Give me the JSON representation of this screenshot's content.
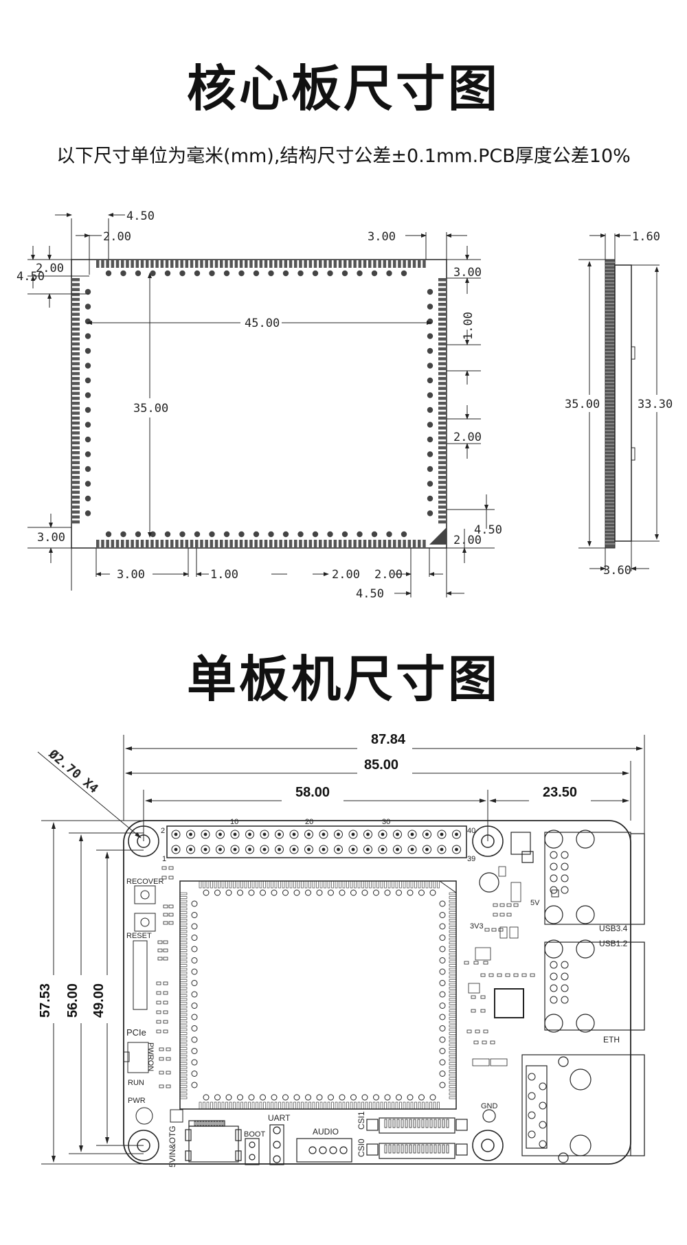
{
  "core_title": "核心板尺寸图",
  "note": "以下尺寸单位为毫米(mm),结构尺寸公差±0.1mm.PCB厚度公差10%",
  "sbc_title": "单板机尺寸图",
  "core_dims": {
    "d4_50_top": "4.50",
    "d2_00_top": "2.00",
    "d3_00_top_right": "3.00",
    "d2_00_left": "2.00",
    "d4_50_left": "4.50",
    "d3_00_right": "3.00",
    "d45_00": "45.00",
    "d1_00_right": "1.00",
    "d35_00": "35.00",
    "d2_00_right": "2.00",
    "d3_00_left_bottom": "3.00",
    "d4_50_right_bottom": "4.50",
    "d2_00_right_bottom": "2.00",
    "d3_00_bottom": "3.00",
    "d1_00_bottom": "1.00",
    "d2_00_bottom_a": "2.00",
    "d2_00_bottom_b": "2.00",
    "d4_50_bottom": "4.50"
  },
  "side_dims": {
    "d1_60": "1.60",
    "d35_00": "35.00",
    "d33_30": "33.30",
    "d3_60": "3.60"
  },
  "sbc_dims": {
    "d87_84": "87.84",
    "d85_00": "85.00",
    "d58_00": "58.00",
    "d23_50": "23.50",
    "hole": "Ø2.70  X4",
    "d57_53": "57.53",
    "d56_00": "56.00",
    "d49_00": "49.00"
  },
  "sbc_labels": {
    "recover": "RECOVER",
    "reset": "RESET",
    "pcie": "PCIe",
    "pwron": "PWRON",
    "run": "RUN",
    "pwr": "PWR",
    "vin": "5VIN&OTG",
    "boot": "BOOT",
    "uart": "UART",
    "audio": "AUDIO",
    "csi1": "CSI1",
    "csi0": "CSI0",
    "gnd": "GND",
    "eth": "ETH",
    "usb34": "USB3.4",
    "usb12": "USB1.2",
    "v5": "5V",
    "v3v3": "3V3",
    "pin2": "2",
    "pin10": "10",
    "pin20": "20",
    "pin30": "30",
    "pin40": "40",
    "pin1": "1",
    "pin39": "39"
  }
}
